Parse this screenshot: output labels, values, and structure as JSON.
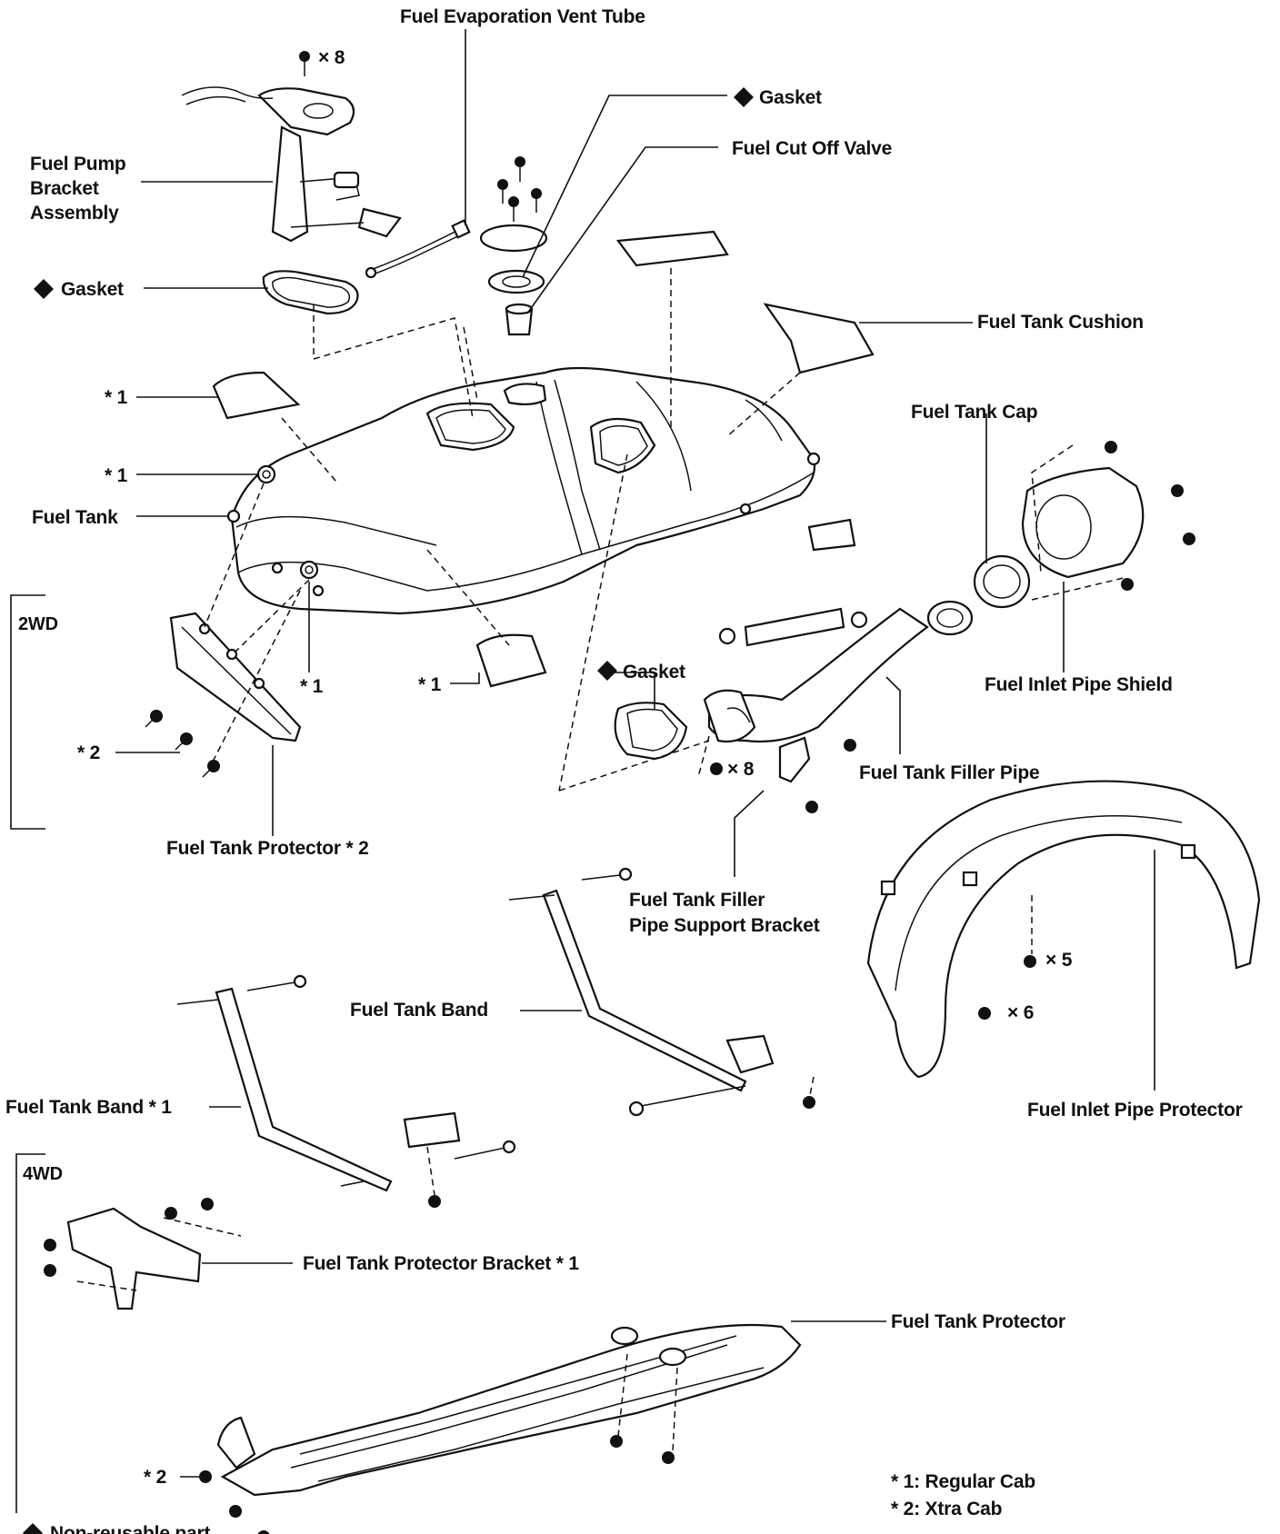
{
  "labels": {
    "fuel_evaporation_vent_tube": "Fuel Evaporation Vent Tube",
    "gasket_top": "Gasket",
    "fuel_cut_off_valve": "Fuel Cut Off Valve",
    "fuel_pump_bracket_line1": "Fuel Pump",
    "fuel_pump_bracket_line2": "Bracket",
    "fuel_pump_bracket_line3": "Assembly",
    "pump_screw_count": "× 8",
    "gasket_left": "Gasket",
    "fuel_tank_cushion": "Fuel Tank Cushion",
    "ref1_a": "* 1",
    "ref1_b": "* 1",
    "fuel_tank": "Fuel Tank",
    "fuel_tank_cap": "Fuel Tank Cap",
    "box_2wd": "2WD",
    "ref1_c": "* 1",
    "ref1_d": "* 1",
    "gasket_filler": "Gasket",
    "fuel_inlet_pipe_shield": "Fuel Inlet Pipe Shield",
    "ref2_a": "* 2",
    "filler_screw_count": "× 8",
    "fuel_tank_filler_pipe": "Fuel Tank Filler Pipe",
    "fuel_tank_protector_2": "Fuel Tank Protector * 2",
    "filler_support_line1": "Fuel Tank Filler",
    "filler_support_line2": "Pipe Support Bracket",
    "protector_x5": "× 5",
    "protector_x6": "× 6",
    "fuel_tank_band": "Fuel Tank Band",
    "fuel_tank_band_1": "Fuel Tank Band * 1",
    "fuel_inlet_pipe_protector": "Fuel Inlet Pipe Protector",
    "box_4wd": "4WD",
    "fuel_tank_protector_bracket": "Fuel Tank Protector Bracket * 1",
    "fuel_tank_protector": "Fuel Tank Protector",
    "ref2_b": "* 2",
    "legend_regular_cab": "* 1: Regular Cab",
    "legend_xtra_cab": "* 2: Xtra Cab",
    "non_reusable": "Non-reusable part"
  },
  "symbols": {
    "non_reusable_marker": "diamond-icon"
  }
}
